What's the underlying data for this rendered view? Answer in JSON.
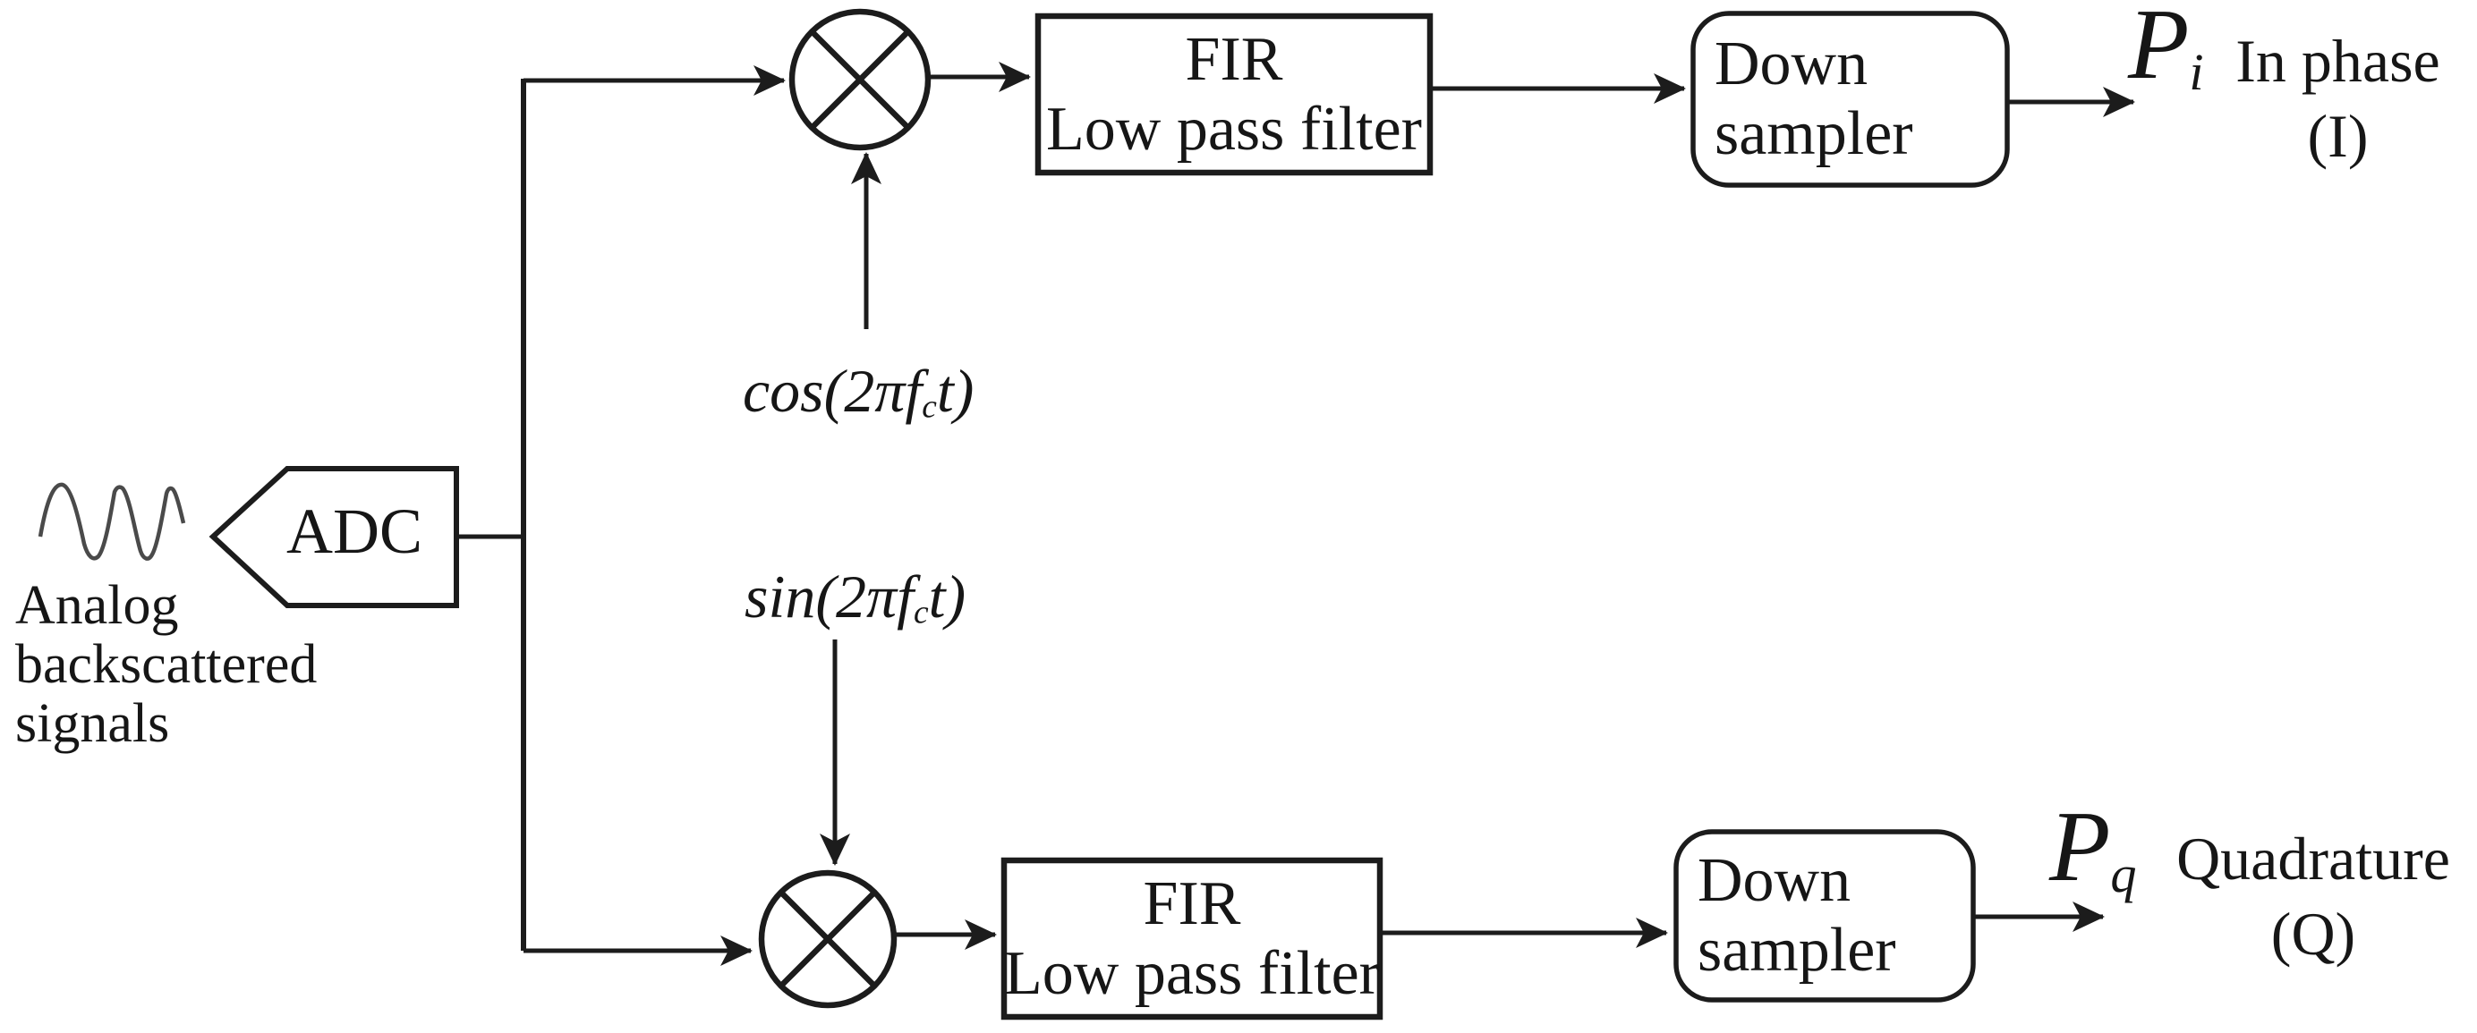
{
  "colors": {
    "ink": "#1c1c1c",
    "wave": "#4a4a4a",
    "background": "#ffffff"
  },
  "source": {
    "signal_label": "Analog\nbackscattered\nsignals",
    "adc_label": "ADC"
  },
  "carriers": {
    "cos_pre": "cos(2πf",
    "cos_sub": "c",
    "cos_post": "t)",
    "sin_pre": "sin(2πf",
    "sin_sub": "c",
    "sin_post": "t)"
  },
  "in_phase_branch": {
    "filter_label": "FIR\nLow pass filter",
    "sampler_label": "Down\nsampler",
    "output_symbol": "P",
    "output_symbol_sub": "i",
    "output_label": "In phase\n(I)"
  },
  "quadrature_branch": {
    "filter_label": "FIR\nLow pass filter",
    "sampler_label": "Down\nsampler",
    "output_symbol": "P",
    "output_symbol_sub": "q",
    "output_label": "Quadrature\n(Q)"
  }
}
